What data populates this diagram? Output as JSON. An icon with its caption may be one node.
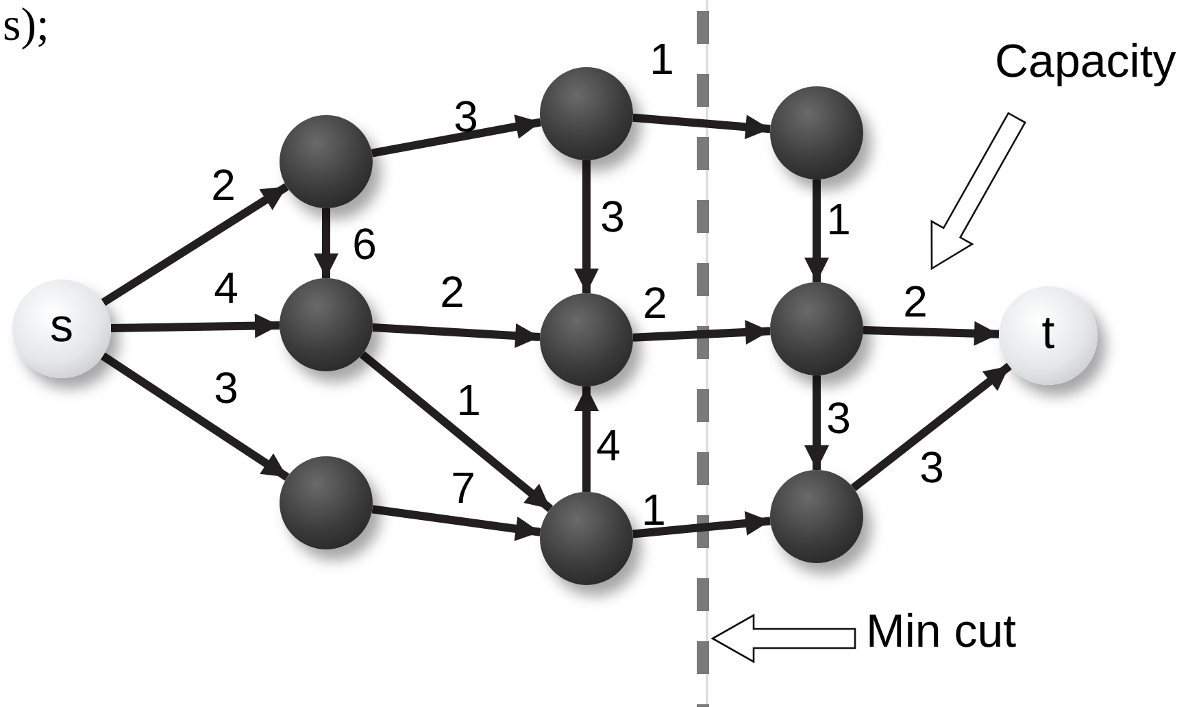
{
  "diagram": {
    "nodes": [
      {
        "text": [
          "s"
        ]
      },
      {
        "text": [],
        "shape": "circle"
      },
      {
        "text": [],
        "shape": "circle"
      },
      {
        "text": [],
        "shape": "circle"
      },
      {
        "text": [],
        "shape": "circle"
      },
      {
        "text": [],
        "shape": "circle"
      },
      {
        "text": [],
        "shape": "circle"
      },
      {
        "text": [],
        "shape": "circle"
      },
      {
        "text": [],
        "shape": "circle"
      },
      {
        "text": [],
        "shape": "circle"
      },
      {
        "text": [
          "t"
        ]
      },
      {
        "text": [
          "Capacity"
        ]
      },
      {
        "text": [
          "Min cut"
        ]
      },
      {
        "text": [],
        "shape": "line"
      }
    ],
    "edges": [
      {
        "from": 0,
        "to": 1,
        "arrow": "to",
        "label": "2"
      },
      {
        "from": 0,
        "to": 2,
        "arrow": "to",
        "label": "4"
      },
      {
        "from": 0,
        "to": 3,
        "arrow": "to",
        "label": "3"
      },
      {
        "from": 1,
        "to": 4,
        "arrow": "to",
        "label": "3"
      },
      {
        "from": 1,
        "to": 2,
        "arrow": "to",
        "label": "6"
      },
      {
        "from": 2,
        "to": 5,
        "arrow": "to",
        "label": "2"
      },
      {
        "from": 2,
        "to": 6,
        "arrow": "to",
        "label": "1"
      },
      {
        "from": 3,
        "to": 6,
        "arrow": "to",
        "label": "7"
      },
      {
        "from": 4,
        "to": 7,
        "arrow": "to",
        "label": "1"
      },
      {
        "from": 4,
        "to": 5,
        "arrow": "to",
        "label": "3"
      },
      {
        "from": 6,
        "to": 5,
        "arrow": "to",
        "label": "4"
      },
      {
        "from": 5,
        "to": 8,
        "arrow": "to",
        "label": "2"
      },
      {
        "from": 6,
        "to": 9,
        "arrow": "to",
        "label": "1"
      },
      {
        "from": 7,
        "to": 8,
        "arrow": "to",
        "label": "1"
      },
      {
        "from": 8,
        "to": 10,
        "arrow": "to",
        "label": "2"
      },
      {
        "from": 8,
        "to": 9,
        "arrow": "to",
        "label": "3"
      },
      {
        "from": 9,
        "to": 10,
        "arrow": "to",
        "label": "3"
      },
      {
        "from": 11,
        "to": null,
        "arrow": "to"
      },
      {
        "from": 12,
        "to": 13,
        "arrow": "to"
      }
    ],
    "labels": [
      "s);"
    ]
  }
}
